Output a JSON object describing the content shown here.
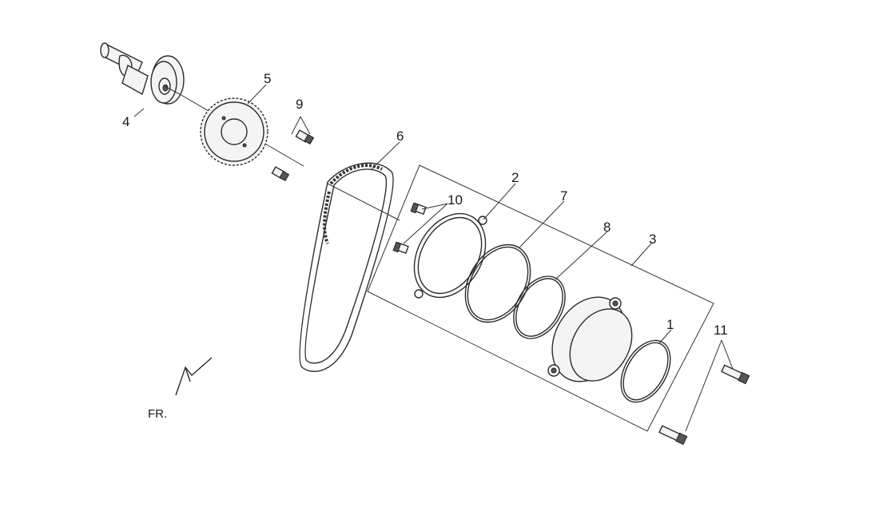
{
  "callouts": [
    {
      "id": "1",
      "text": "1"
    },
    {
      "id": "2",
      "text": "2"
    },
    {
      "id": "3",
      "text": "3"
    },
    {
      "id": "4",
      "text": "4"
    },
    {
      "id": "5",
      "text": "5"
    },
    {
      "id": "6",
      "text": "6"
    },
    {
      "id": "7",
      "text": "7"
    },
    {
      "id": "8",
      "text": "8"
    },
    {
      "id": "9",
      "text": "9"
    },
    {
      "id": "10",
      "text": "10"
    },
    {
      "id": "11",
      "text": "11"
    }
  ],
  "direction_label": "FR."
}
